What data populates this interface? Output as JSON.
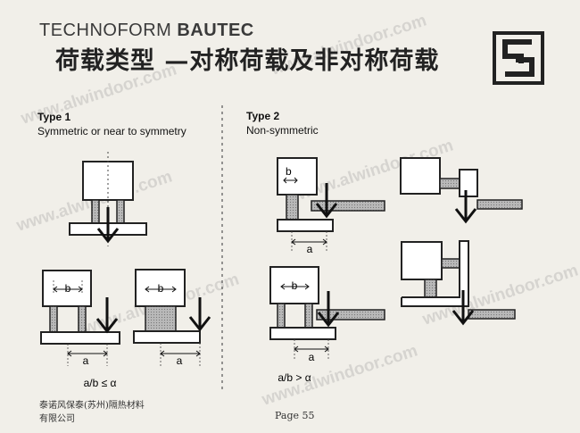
{
  "header": {
    "brand_light": "TECHNOFORM",
    "brand_bold": "BAUTEC",
    "title": "荷载类型 —对称荷载及非对称荷载"
  },
  "type1": {
    "heading": "Type 1",
    "subtitle": "Symmetric or near to symmetry",
    "label_b": "b",
    "label_a": "a",
    "formula": "a/b ≤ α"
  },
  "type2": {
    "heading": "Type 2",
    "subtitle": "Non-symmetric",
    "label_b": "b",
    "label_a": "a",
    "formula": "a/b > α"
  },
  "footer": {
    "company_line1": "泰诺风保泰(苏州)隔热材料",
    "company_line2": "有限公司",
    "page": "Page 55"
  },
  "watermark": "www.alwindoor.com"
}
